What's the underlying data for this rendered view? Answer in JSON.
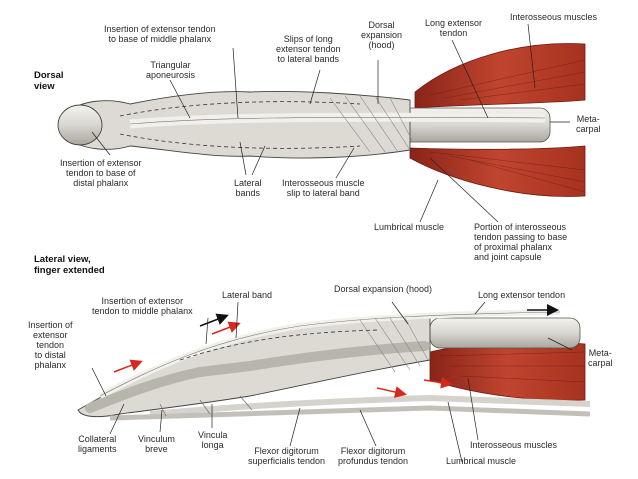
{
  "headings": {
    "dorsal": "Dorsal\nview",
    "lateral": "Lateral view,\nfinger extended"
  },
  "dorsal_labels": {
    "insertion_middle": "Insertion of extensor tendon\nto base of middle phalanx",
    "triangular": "Triangular\naponeurosis",
    "slips": "Slips of long\nextensor tendon\nto lateral bands",
    "dorsal_expansion": "Dorsal\nexpansion\n(hood)",
    "long_extensor": "Long extensor\ntendon",
    "interosseous": "Interosseous muscles",
    "metacarpal": "Meta-\ncarpal",
    "insertion_distal": "Insertion of extensor\ntendon to base of\ndistal phalanx",
    "lateral_bands": "Lateral\nbands",
    "interosseous_slip": "Interosseous muscle\nslip to lateral band",
    "lumbrical": "Lumbrical muscle",
    "portion_interosseous": "Portion of interosseous\ntendon passing to base\nof proximal phalanx\nand joint capsule"
  },
  "lateral_labels": {
    "insertion_middle": "Insertion of extensor\ntendon to middle phalanx",
    "lateral_band": "Lateral band",
    "dorsal_expansion": "Dorsal expansion (hood)",
    "long_extensor": "Long extensor tendon",
    "insertion_distal": "Insertion of\nextensor\ntendon\nto distal\nphalanx",
    "metacarpal": "Meta-\ncarpal",
    "collateral": "Collateral\nligaments",
    "vinculum_breve": "Vinculum\nbreve",
    "vincula_longa": "Vincula\nlonga",
    "fds": "Flexor digitorum\nsuperficialis tendon",
    "fdp": "Flexor digitorum\nprofundus tendon",
    "interosseous": "Interosseous muscles",
    "lumbrical": "Lumbrical muscle"
  },
  "colors": {
    "bone": "#e6e4df",
    "tendon": "#c9c7c0",
    "muscle": "#b23a2a",
    "muscle_dark": "#7e1f16",
    "arrow_red": "#d6281e",
    "outline": "#3a3a3a"
  }
}
